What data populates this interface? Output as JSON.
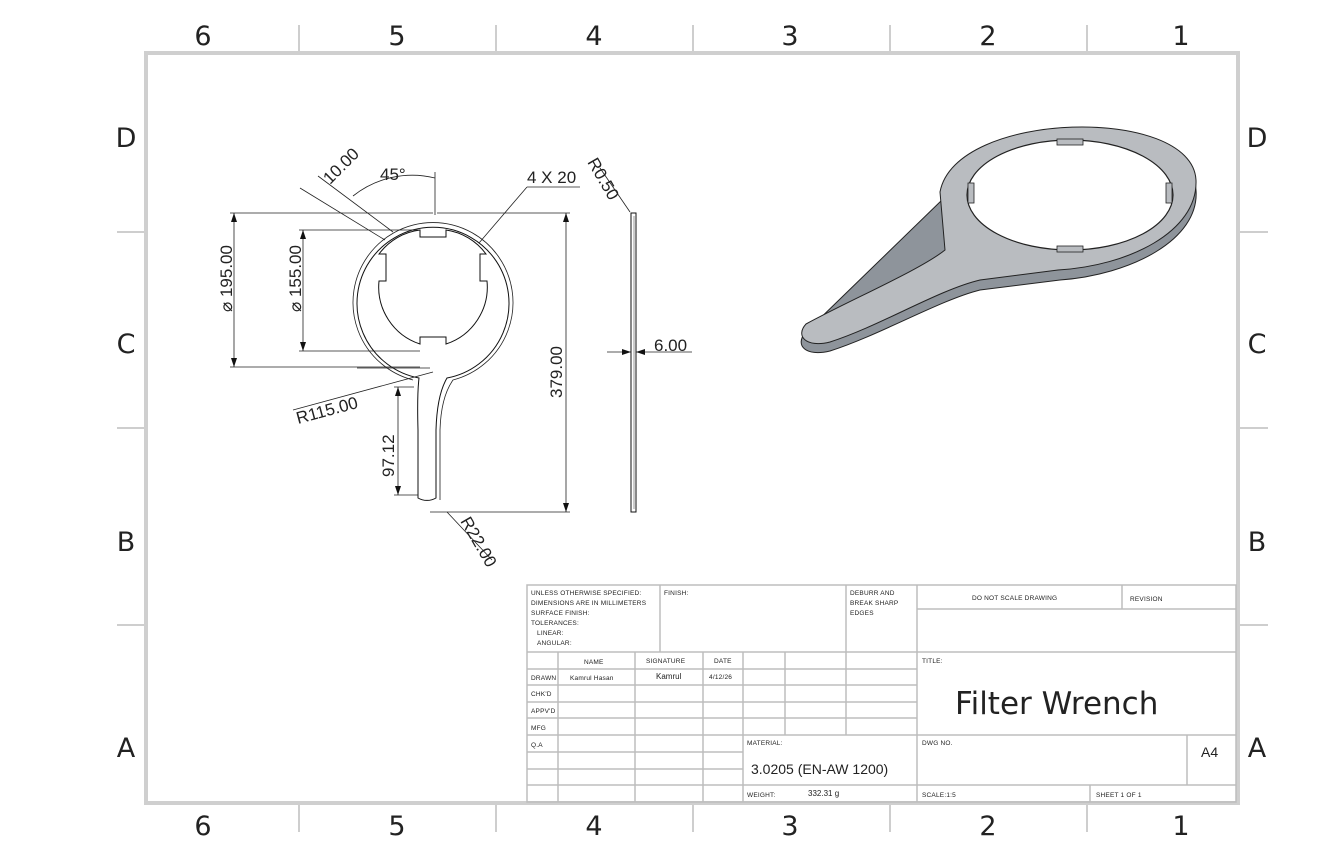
{
  "zones": {
    "columns": [
      "6",
      "5",
      "4",
      "3",
      "2",
      "1"
    ],
    "rows": [
      "D",
      "C",
      "B",
      "A"
    ]
  },
  "dimensions": {
    "slot_width": "10.00",
    "angle": "45°",
    "slots": "4 X 20",
    "edge_radius": "R0.50",
    "outer_dia": "⌀ 195.00",
    "inner_dia": "⌀ 155.00",
    "length": "379.00",
    "thickness": "6.00",
    "fillet_radius": "R115.00",
    "handle_len": "97.12",
    "end_radius": "R22.00"
  },
  "title_block": {
    "general_notes": [
      "UNLESS OTHERWISE SPECIFIED:",
      "DIMENSIONS ARE IN MILLIMETERS",
      "SURFACE FINISH:",
      "TOLERANCES:",
      "LINEAR:",
      "ANGULAR:"
    ],
    "finish_label": "FINISH:",
    "deburr": [
      "DEBURR AND",
      "BREAK SHARP",
      "EDGES"
    ],
    "do_not_scale": "DO NOT SCALE DRAWING",
    "revision_label": "REVISION",
    "col_name": "NAME",
    "col_signature": "SIGNATURE",
    "col_date": "DATE",
    "row_drawn": "DRAWN",
    "row_checked": "CHK'D",
    "row_approved": "APPV'D",
    "row_mfg": "MFG",
    "row_qa": "Q.A",
    "drawn_name": "Kamrul Hasan",
    "drawn_signature": "Kamrul",
    "drawn_date": "4/12/26",
    "title_label": "TITLE:",
    "title": "Filter Wrench",
    "material_label": "MATERIAL:",
    "material": "3.0205 (EN-AW 1200)",
    "dwg_no_label": "DWG NO.",
    "size": "A4",
    "weight_label": "WEIGHT:",
    "weight": "332.31 g",
    "scale_label": "SCALE:1:5",
    "sheet_label": "SHEET 1 OF 1"
  }
}
